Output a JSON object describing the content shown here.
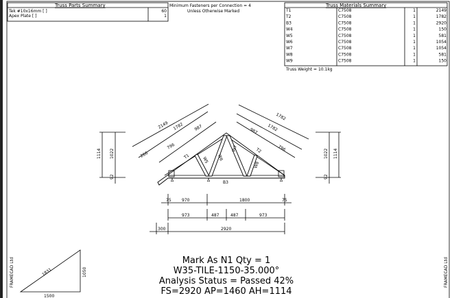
{
  "parts_summary": {
    "title": "Truss Parts Summary",
    "rows": [
      {
        "name": "Tek #10x16mm  [ ]",
        "qty": "60"
      },
      {
        "name": "Apex Plate  [ ]",
        "qty": "1"
      }
    ]
  },
  "fastener_note": {
    "line1": "Minimum Fasteners per Connection = 4",
    "line2": "Unless Otherwise Marked"
  },
  "materials_summary": {
    "title": "Truss Materials Summary",
    "rows": [
      {
        "member": "T1",
        "section": "C7508",
        "qty": "1",
        "length": "2149"
      },
      {
        "member": "T2",
        "section": "C7508",
        "qty": "1",
        "length": "1782"
      },
      {
        "member": "B3",
        "section": "C7508",
        "qty": "1",
        "length": "2920"
      },
      {
        "member": "W4",
        "section": "C7508",
        "qty": "1",
        "length": "150"
      },
      {
        "member": "W5",
        "section": "C7508",
        "qty": "1",
        "length": "581"
      },
      {
        "member": "W6",
        "section": "C7508",
        "qty": "1",
        "length": "1054"
      },
      {
        "member": "W7",
        "section": "C7508",
        "qty": "1",
        "length": "1054"
      },
      {
        "member": "W8",
        "section": "C7508",
        "qty": "1",
        "length": "581"
      },
      {
        "member": "W9",
        "section": "C7508",
        "qty": "1",
        "length": "150"
      }
    ],
    "weight": "Truss Weight = 10.1kg"
  },
  "drawing": {
    "labels": {
      "t1": "T1",
      "t2": "T2",
      "b3": "B3",
      "w5": "W5",
      "w6": "W6",
      "w7": "W7",
      "w8": "W8"
    },
    "left_dims": {
      "d2149": "2149",
      "d1782": "1782",
      "d987": "987",
      "d796": "796",
      "d266": "266"
    },
    "right_dims": {
      "d1782a": "1782",
      "d1782b": "1782",
      "d987": "987",
      "d796": "796"
    },
    "heights": {
      "h1114": "1114",
      "h1022": "1022",
      "h92": "92"
    },
    "bottom_row1": {
      "a": "75",
      "b": "970",
      "c": "1800",
      "d": "75"
    },
    "bottom_row2": {
      "a": "973",
      "b": "487",
      "c": "487",
      "d": "973"
    },
    "bottom_row3": {
      "a": "300",
      "b": "2920"
    }
  },
  "pitch_triangle": {
    "hyp": "1831",
    "rise": "1050",
    "run": "1500"
  },
  "info": {
    "mark": "Mark As N1 Qty = 1",
    "code": "W35-TILE-1150-35.000°",
    "status": "Analysis Status = Passed 42%",
    "dims": "FS=2920 AP=1460 AH=1114"
  },
  "side_label": "FRAMECAD Ltd"
}
